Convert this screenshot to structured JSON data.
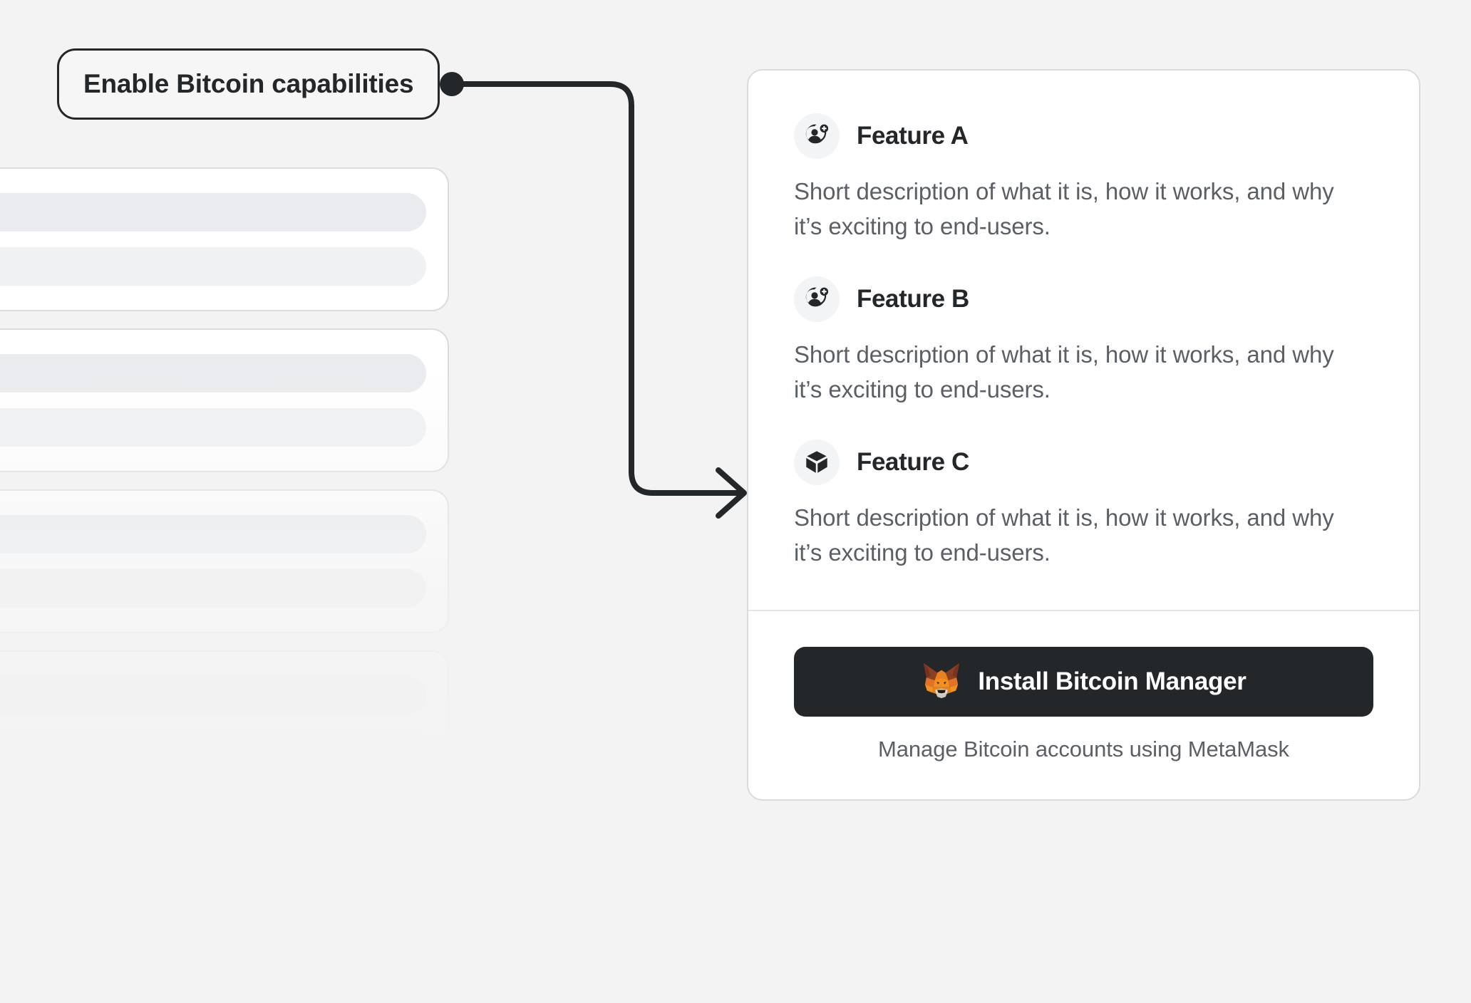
{
  "background": {
    "color": "#f3f3f3",
    "skeleton_cards": [
      {
        "name": "skeleton-card-1"
      },
      {
        "name": "skeleton-card-2"
      },
      {
        "name": "skeleton-card-3"
      },
      {
        "name": "skeleton-card-4"
      },
      {
        "name": "skeleton-card-5"
      }
    ]
  },
  "annotation": {
    "label": "Enable Bitcoin capabilities",
    "border_color": "#24272a",
    "connector_color": "#24272a",
    "connector_dot_icon": "connector-dot-icon",
    "arrow_icon": "arrow-right-icon"
  },
  "card": {
    "background": "#ffffff",
    "border_color": "#d8dbdf",
    "features": [
      {
        "icon": "user-add-icon",
        "title": "Feature A",
        "description": "Short description of what it is, how it works, and why it’s exciting to end-users."
      },
      {
        "icon": "user-add-icon",
        "title": "Feature B",
        "description": "Short description of what it is, how it works, and why it’s exciting to end-users."
      },
      {
        "icon": "cube-icon",
        "title": "Feature C",
        "description": "Short description of what it is, how it works, and why it’s exciting to end-users."
      }
    ],
    "footer": {
      "install_button": {
        "label": "Install Bitcoin Manager",
        "icon": "metamask-fox-icon",
        "background": "#24272a",
        "text_color": "#ffffff"
      },
      "caption": "Manage Bitcoin accounts using MetaMask"
    }
  }
}
